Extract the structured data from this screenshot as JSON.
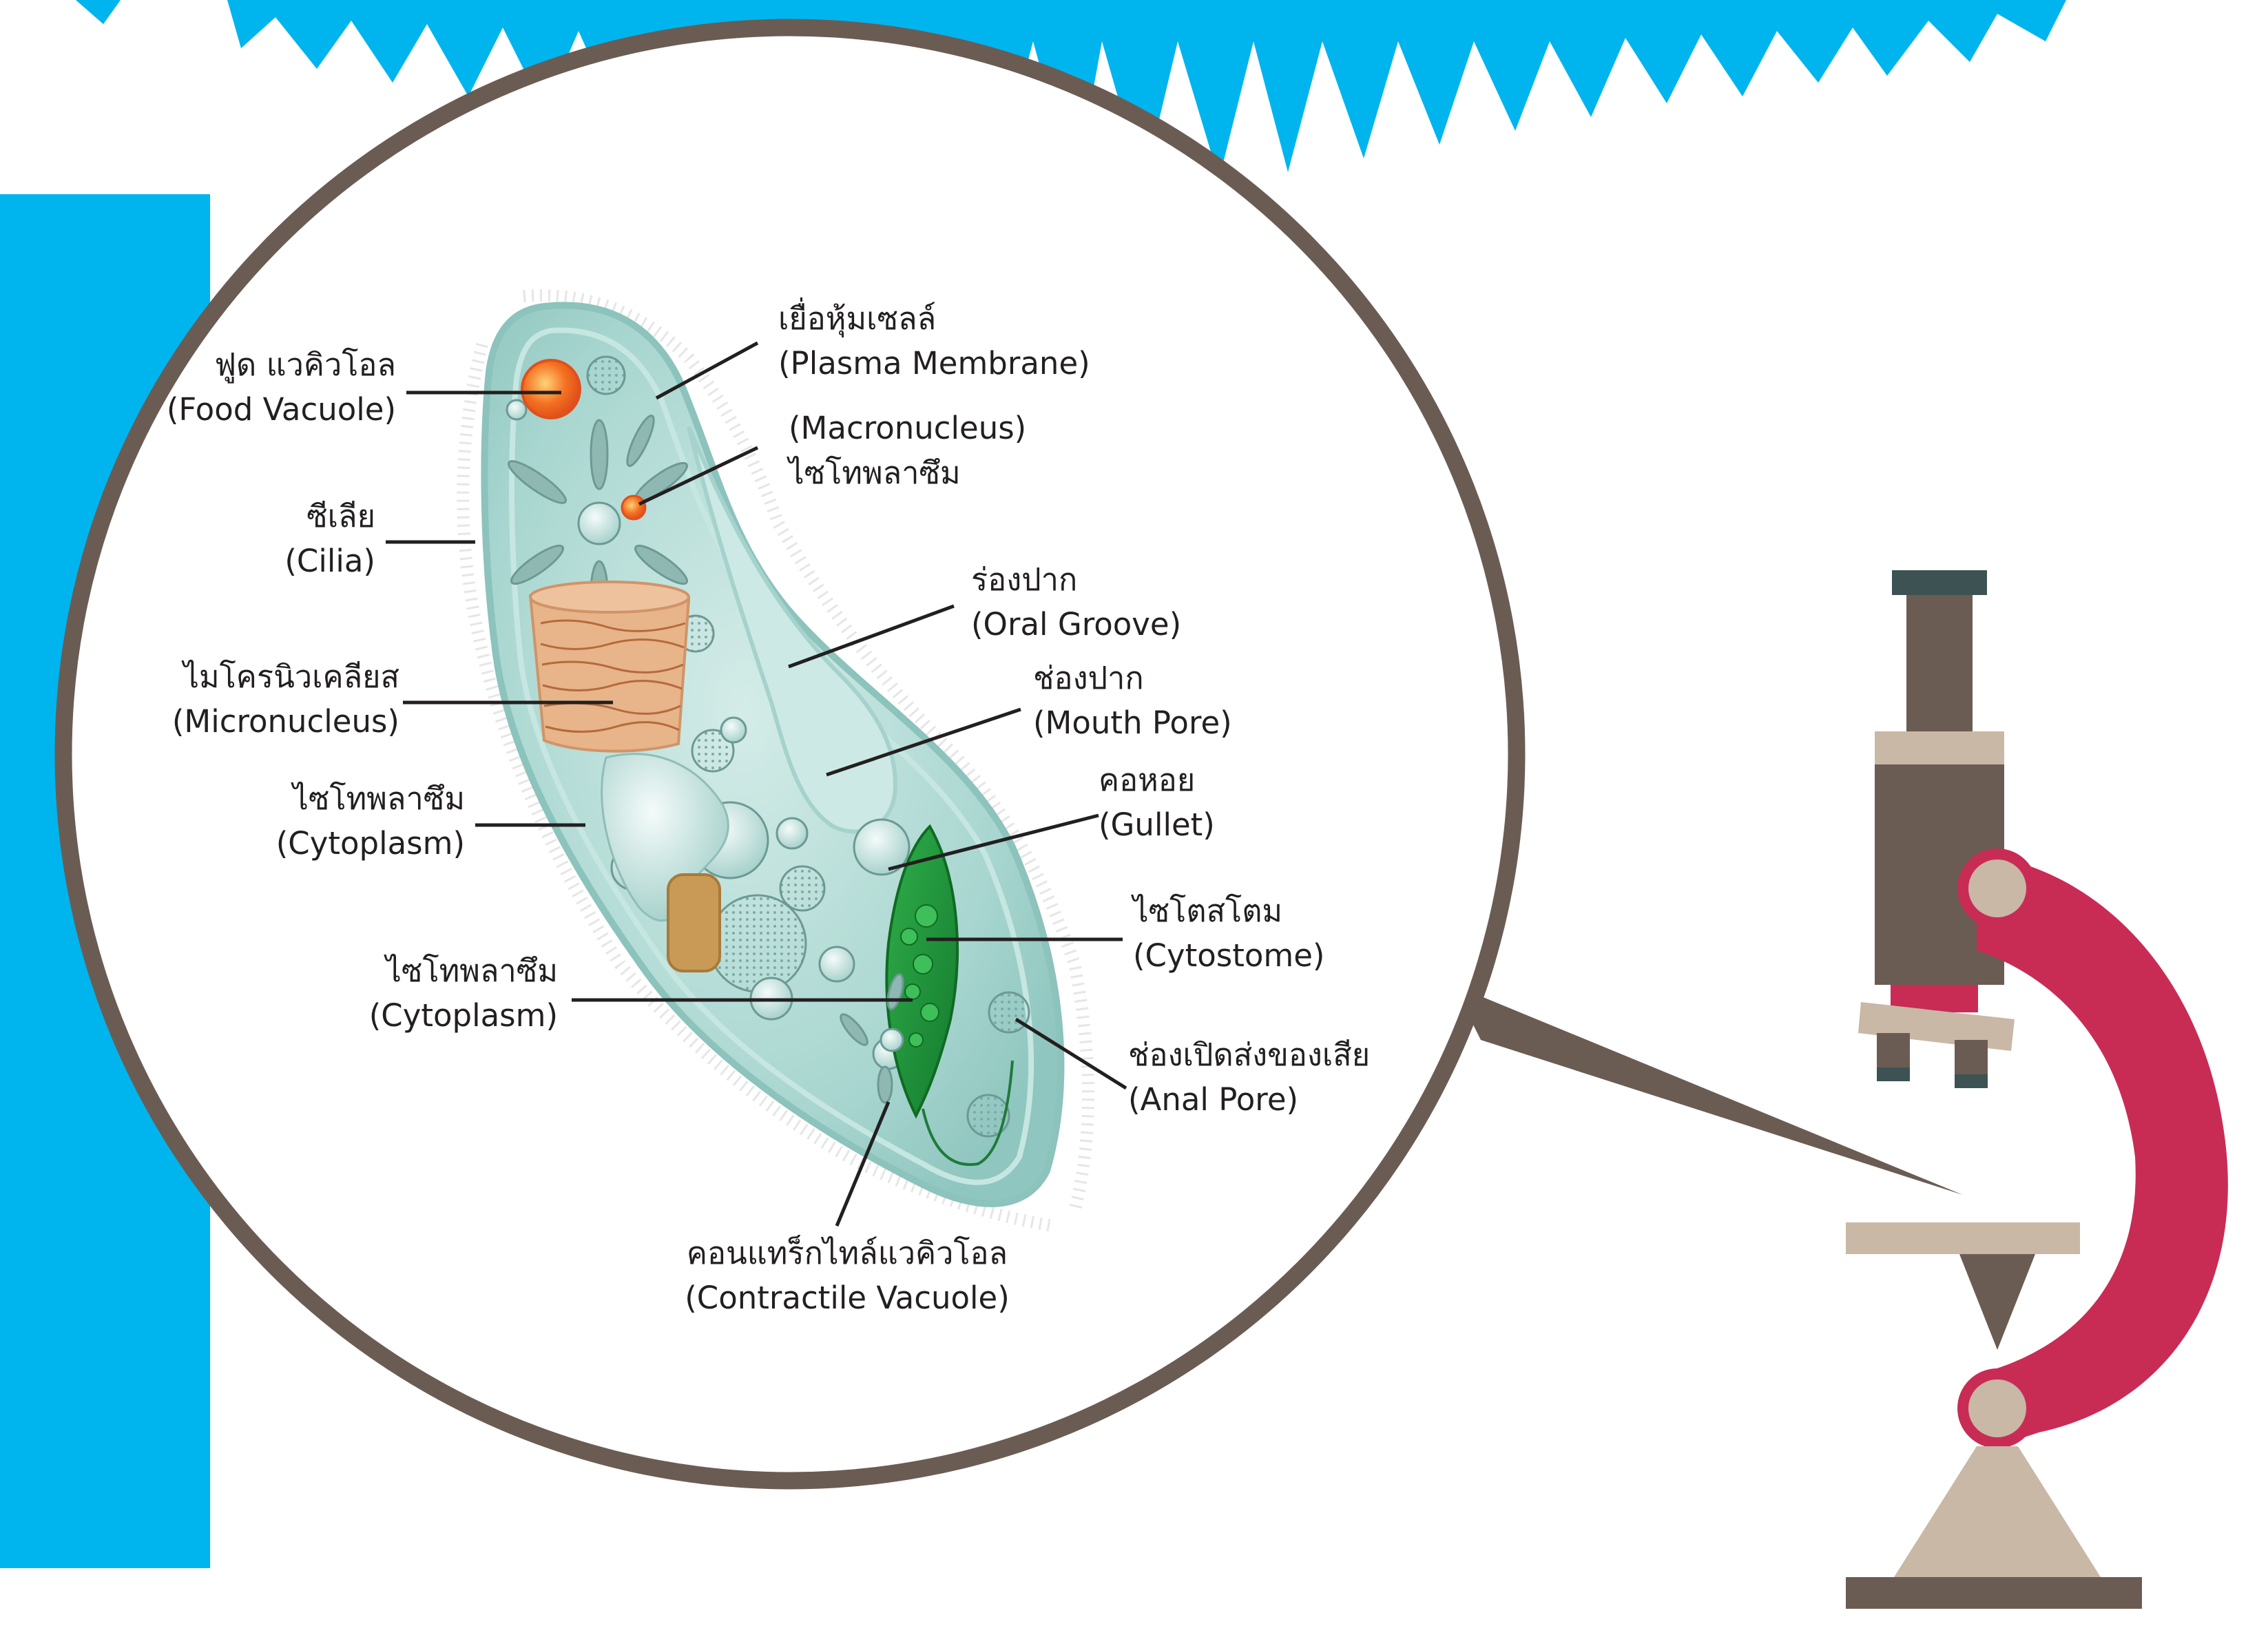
{
  "labels": {
    "food_vacuole": {
      "thai": "ฟูด แวคิวโอล",
      "en": "(Food Vacuole)"
    },
    "cilia": {
      "thai": "ซีเลีย",
      "en": "(Cilia)"
    },
    "micronucleus": {
      "thai": "ไมโครนิวเคลียส",
      "en": "(Micronucleus)"
    },
    "cytoplasm_left": {
      "thai": "ไซโทพลาซึม",
      "en": "(Cytoplasm)"
    },
    "cytoplasm_center": {
      "thai": "ไซโทพลาซึม",
      "en": "(Cytoplasm)"
    },
    "plasma_membrane": {
      "thai": "เยื่อหุ้มเซลล์",
      "en": "(Plasma Membrane)"
    },
    "macronucleus": {
      "en": "(Macronucleus)",
      "thai": "ไซโทพลาซึม"
    },
    "oral_groove": {
      "thai": "ร่องปาก",
      "en": "(Oral Groove)"
    },
    "mouth_pore": {
      "thai": "ช่องปาก",
      "en": "(Mouth Pore)"
    },
    "gullet": {
      "thai": "คอหอย",
      "en": "(Gullet)"
    },
    "cytostome": {
      "thai": "ไซโตสโตม",
      "en": "(Cytostome)"
    },
    "anal_pore": {
      "thai": "ช่องเปิดส่งของเสีย",
      "en": "(Anal Pore)"
    },
    "contractile_vacuole": {
      "thai": "คอนแทร็กไทล์แวคิวโอล",
      "en": "(Contractile Vacuole)"
    }
  },
  "colors": {
    "accent_blue": "#00b4ee",
    "lens_ring": "#6b5c53",
    "cell_body": "#b8ddd8",
    "microscope_arm": "#c82c55",
    "microscope_body": "#6b5c53",
    "microscope_light": "#c8b8a5",
    "gullet_green": "#1f9a3c",
    "food_vacuole_orange": "#f37021"
  }
}
